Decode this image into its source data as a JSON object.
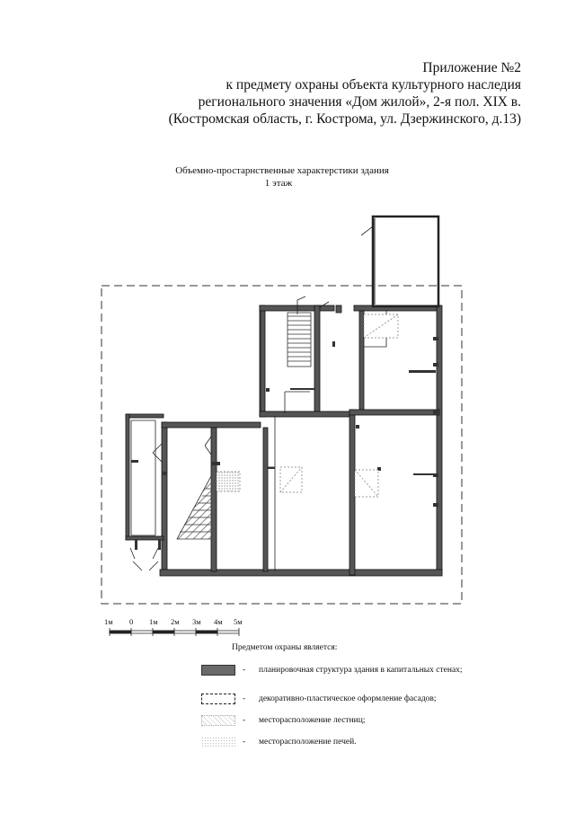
{
  "header": {
    "line1": "Приложение №2",
    "line2": "к предмету охраны объекта культурного наследия",
    "line3": "регионального значения «Дом жилой», 2-я пол. XIX в.",
    "line4": "(Костромская область, г. Кострома, ул. Дзержинского, д.13)"
  },
  "title": {
    "line1": "Объемно-простарнственные характерстики здания",
    "line2": "1 этаж"
  },
  "scale": {
    "labels": [
      "1м",
      "0",
      "1м",
      "2м",
      "3м",
      "4м",
      "5м"
    ]
  },
  "legend": {
    "title": "Предметом охраны является:",
    "items": [
      {
        "dash": "-",
        "text": "планировочная структура здания в капитальных стенах;"
      },
      {
        "dash": "-",
        "text": "декоративно-пластическое оформление фасадов;"
      },
      {
        "dash": "-",
        "text": "месторасположение лестниц;"
      },
      {
        "dash": "-",
        "text": "месторасположение печей."
      }
    ]
  }
}
